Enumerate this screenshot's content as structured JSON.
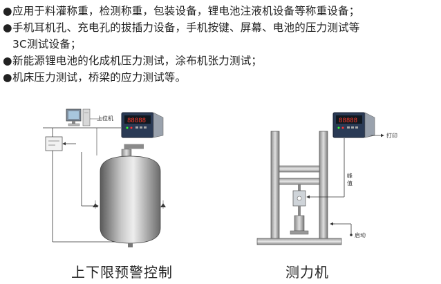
{
  "bullets": [
    {
      "dot": "●",
      "text": "应用于料灌称重，检测称重，包装设备，锂电池注液机设备等称重设备；"
    },
    {
      "dot": "●",
      "text": "手机耳机孔、充电孔的拔插力设备，手机按键、屏幕、电池的压力测试等"
    },
    {
      "dot": "",
      "text": "3C测试设备；"
    },
    {
      "dot": "●",
      "text": "新能源锂电池的化成机压力测试，涂布机张力测试；"
    },
    {
      "dot": "●",
      "text": "机床压力测试，桥梁的应力测试等。"
    }
  ],
  "left_diagram": {
    "host_label": "上位机",
    "caption": "上下限预警控制"
  },
  "right_diagram": {
    "print_label": "打印",
    "peak_label_1": "峰",
    "peak_label_2": "值",
    "start_label": "启动",
    "caption": "测力机"
  }
}
